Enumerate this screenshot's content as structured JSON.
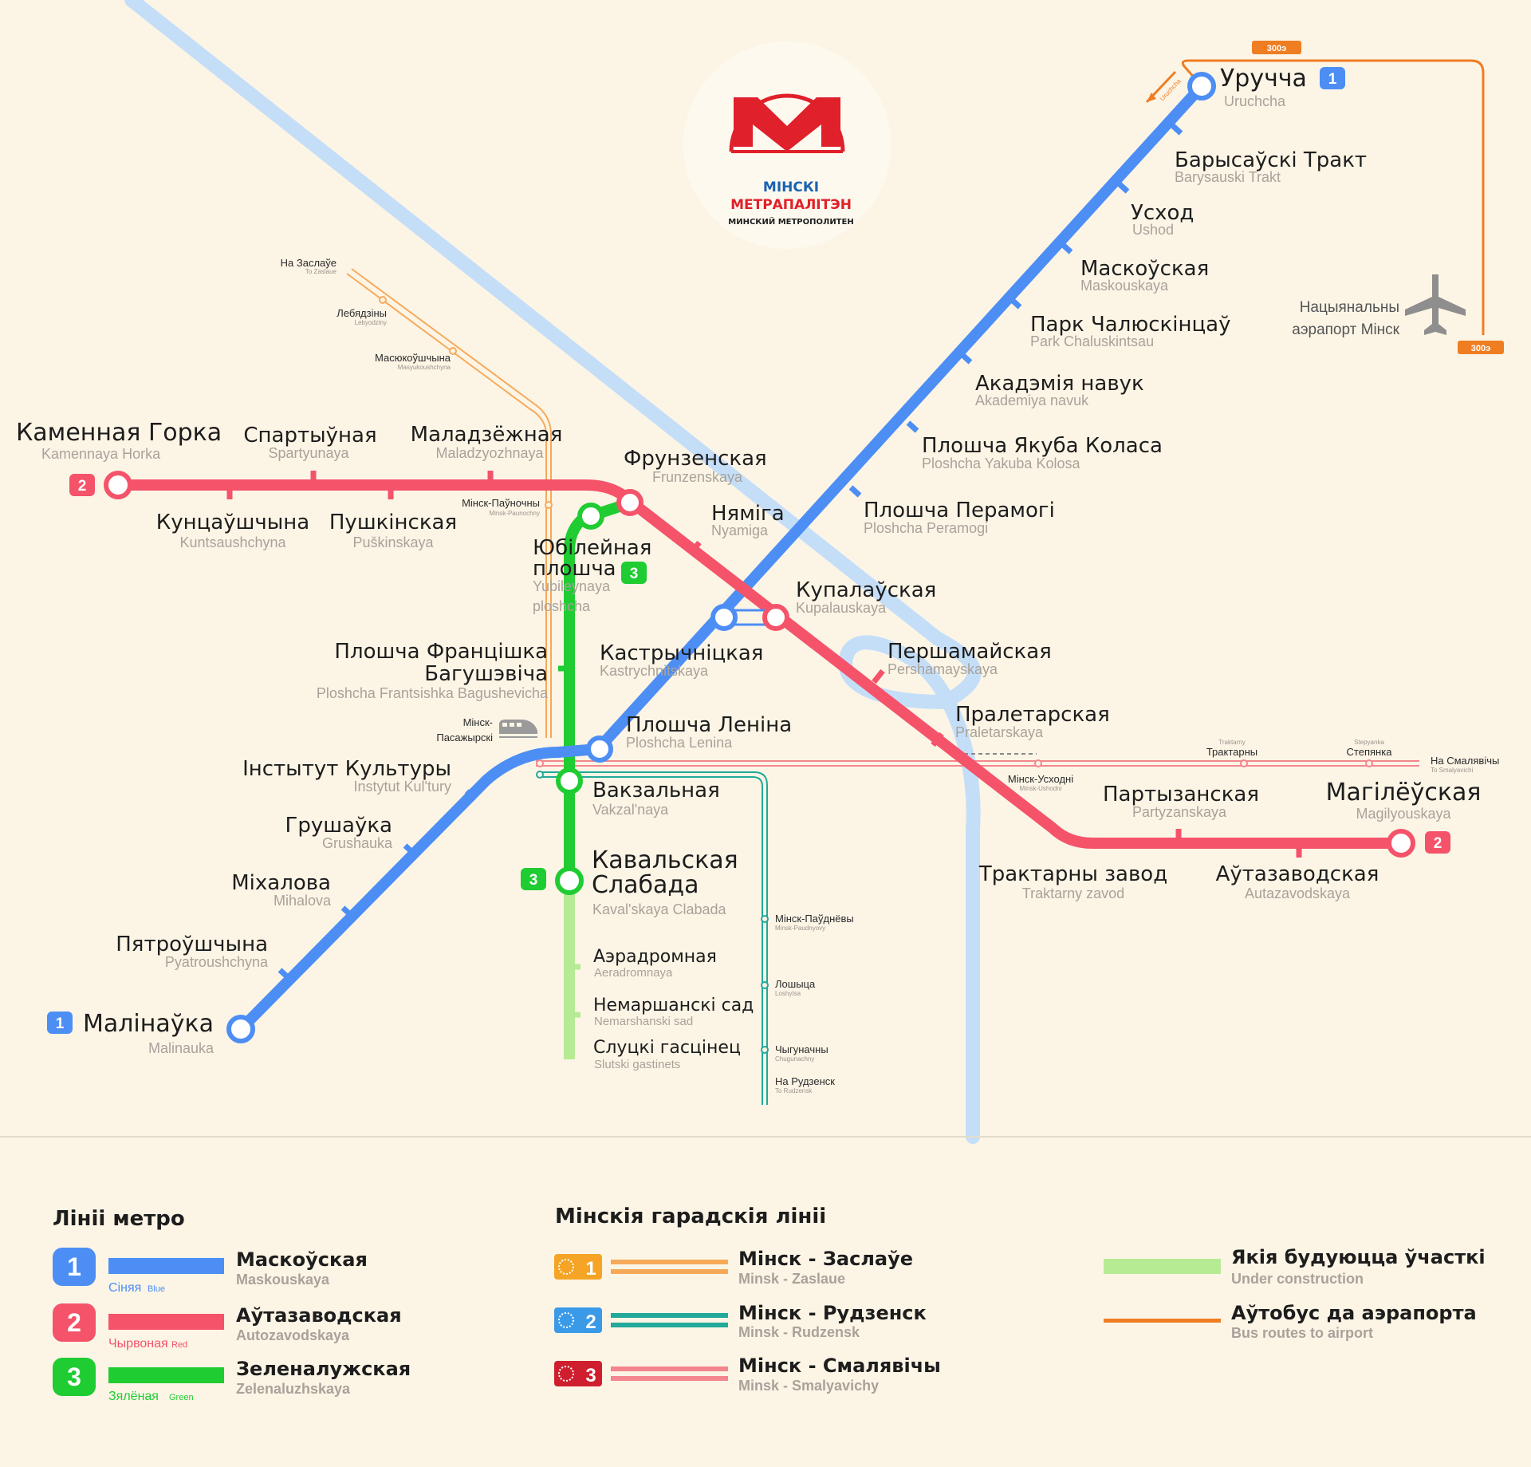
{
  "colors": {
    "blue": "#4d8ef5",
    "red": "#f4536a",
    "green": "#1fcc32",
    "green_future": "#b6eb94",
    "rail_orange": "#f7a95a",
    "rail_teal": "#22a99a",
    "rail_pink": "#f3868e",
    "river": "#c5def8",
    "bus": "#ef7d22",
    "background": "#fcf5e6"
  },
  "logo": {
    "line1": "МІНСКІ",
    "line2": "МЕТРАПАЛІТЭН",
    "line3": "МИНСКИЙ МЕТРОПОЛИТЕН"
  },
  "badges": {
    "one": "1",
    "two": "2",
    "three": "3"
  },
  "stations": {
    "uruchcha": {
      "name": "Уручча",
      "lat": "Uruchcha"
    },
    "barysauski": {
      "name": "Барысаўскі Тракт",
      "lat": "Barysauski Trakt"
    },
    "uskhod": {
      "name": "Усход",
      "lat": "Ushod"
    },
    "maskouskaya": {
      "name": "Маскоўская",
      "lat": "Maskouskaya"
    },
    "park": {
      "name": "Парк Чалюскінцаў",
      "lat": "Park Chaluskintsau"
    },
    "akademiya": {
      "name": "Акадэмія навук",
      "lat": "Akademiya navuk"
    },
    "yakuba": {
      "name": "Плошча Якуба Коласа",
      "lat": "Ploshcha Yakuba Kolosa"
    },
    "peramogi": {
      "name": "Плошча Перамогі",
      "lat": "Ploshcha Peramogi"
    },
    "kastrychnitskaya": {
      "name": "Кастрычніцкая",
      "lat": "Kastrychnitskaya"
    },
    "lenina": {
      "name": "Плошча Леніна",
      "lat": "Ploshcha Lenina"
    },
    "instytut": {
      "name": "Інстытут Культуры",
      "lat": "Instytut Kul'tury"
    },
    "grushauka": {
      "name": "Грушаўка",
      "lat": "Grushauka"
    },
    "mihalova": {
      "name": "Міхалова",
      "lat": "Mihalova"
    },
    "pyatroushchyna": {
      "name": "Пятроўшчына",
      "lat": "Pyatroushchyna"
    },
    "malinauka": {
      "name": "Малінаўка",
      "lat": "Malinauka"
    },
    "kamennaya": {
      "name": "Каменная Горка",
      "lat": "Kamennaya Horka"
    },
    "kuntsaushchyna": {
      "name": "Кунцаўшчына",
      "lat": "Kuntsaushchyna"
    },
    "spartyunaya": {
      "name": "Спартыўная",
      "lat": "Spartyunaya"
    },
    "pushkinskaya": {
      "name": "Пушкінская",
      "lat": "Puškinskaya"
    },
    "maladzyozhnaya": {
      "name": "Маладзёжная",
      "lat": "Maladzyozhnaya"
    },
    "frunzenskaya": {
      "name": "Фрунзенская",
      "lat": "Frunzenskaya"
    },
    "nyamiga": {
      "name": "Няміга",
      "lat": "Nyamiga"
    },
    "kupalauskaya": {
      "name": "Купалаўская",
      "lat": "Kupalauskaya"
    },
    "pershamayskaya": {
      "name": "Першамайская",
      "lat": "Pershamayskaya"
    },
    "praletarskaya": {
      "name": "Пралетарская",
      "lat": "Praletarskaya"
    },
    "traktarny": {
      "name": "Трактарны завод",
      "lat": "Traktarny zavod"
    },
    "partyzanskaya": {
      "name": "Партызанская",
      "lat": "Partyzanskaya"
    },
    "autazavodskaya": {
      "name": "Аўтазаводская",
      "lat": "Autazavodskaya"
    },
    "magilyouskaya": {
      "name": "Магілёўская",
      "lat": "Magilyouskaya"
    },
    "yubileynaya1": {
      "name": "Юбілейная",
      "lat": "Yubileynaya"
    },
    "yubileynaya2": {
      "name": "плошча",
      "lat": "ploshcha"
    },
    "frantsishka1": {
      "name": "Плошча Францішка",
      "lat": "Ploshcha Frantsishka Bagushevicha"
    },
    "frantsishka2": {
      "name": "Багушэвіча"
    },
    "vakzalnaya": {
      "name": "Вакзальная",
      "lat": "Vakzal'naya"
    },
    "kavalskaya1": {
      "name": "Кавальская",
      "lat": "Kaval'skaya Clabada"
    },
    "kavalskaya2": {
      "name": "Слабада"
    },
    "aeradromnaya": {
      "name": "Аэрадромная",
      "lat": "Aeradromnaya"
    },
    "nemarshanski": {
      "name": "Немаршанскі сад",
      "lat": "Nemarshanski sad"
    },
    "slutski": {
      "name": "Слуцкі гасцінец",
      "lat": "Slutski gastinets"
    }
  },
  "rail_stops": {
    "zaslaue": {
      "name": "На Заслаўе",
      "lat": "To Zaslaue"
    },
    "lebyodziny": {
      "name": "Лебядзіны",
      "lat": "Lebyodziny"
    },
    "masyukoushchyna": {
      "name": "Масюкоўшчына",
      "lat": "Masyukoushchyna"
    },
    "paunochny": {
      "name": "Мінск-Паўночны",
      "lat": "Minsk-Paunochny"
    },
    "pasazhyrski1": "Мінск-",
    "pasazhyrski2": "Пасажырскі",
    "uskhodni": {
      "name": "Мінск-Усходні",
      "lat": "Minsk-Ushodni"
    },
    "traktarny": {
      "name": "Трактарны",
      "lat": "Traktarny"
    },
    "stepyanka": {
      "name": "Степянка",
      "lat": "Stepyanka"
    },
    "smalyavichy": {
      "name": "На Смалявічы",
      "lat": "To Smalyavichi"
    },
    "paudnyovy": {
      "name": "Мінск-Паўднёвы",
      "lat": "Minsk-Paudnyovy"
    },
    "loshytsa": {
      "name": "Лошыца",
      "lat": "Loshytsa"
    },
    "chygunachny": {
      "name": "Чыгуначны",
      "lat": "Chugunachny"
    },
    "rudzensk": {
      "name": "На Рудзенск",
      "lat": "To Rudzensk"
    }
  },
  "airport": {
    "line1": "Нацыянальны",
    "line2": "аэрапорт Мінск",
    "bus": "300э",
    "bus_to": "Uruchcha"
  },
  "legend": {
    "metro_title": "Лініі метро",
    "rail_title": "Мінскія гарадскія лініі",
    "metro": [
      {
        "num": "1",
        "color_label": "Сіняя",
        "color_en": "Blue",
        "name": "Маскоўская",
        "lat": "Maskouskaya"
      },
      {
        "num": "2",
        "color_label": "Чырвоная",
        "color_en": "Red",
        "name": "Аўтазаводская",
        "lat": "Autozavodskaya"
      },
      {
        "num": "3",
        "color_label": "Зялёная",
        "color_en": "Green",
        "name": "Зеленалужская",
        "lat": "Zelenaluzhskaya"
      }
    ],
    "rail": [
      {
        "num": "1",
        "name": "Мінск - Заслаўе",
        "lat": "Minsk - Zaslaue"
      },
      {
        "num": "2",
        "name": "Мінск - Рудзенск",
        "lat": "Minsk - Rudzensk"
      },
      {
        "num": "3",
        "name": "Мінск - Смалявічы",
        "lat": "Minsk - Smalyavichy"
      }
    ],
    "future": {
      "name": "Якія будуюцца ўчасткі",
      "lat": "Under construction"
    },
    "bus": {
      "name": "Аўтобус да аэрапорта",
      "lat": "Bus routes to airport"
    }
  }
}
